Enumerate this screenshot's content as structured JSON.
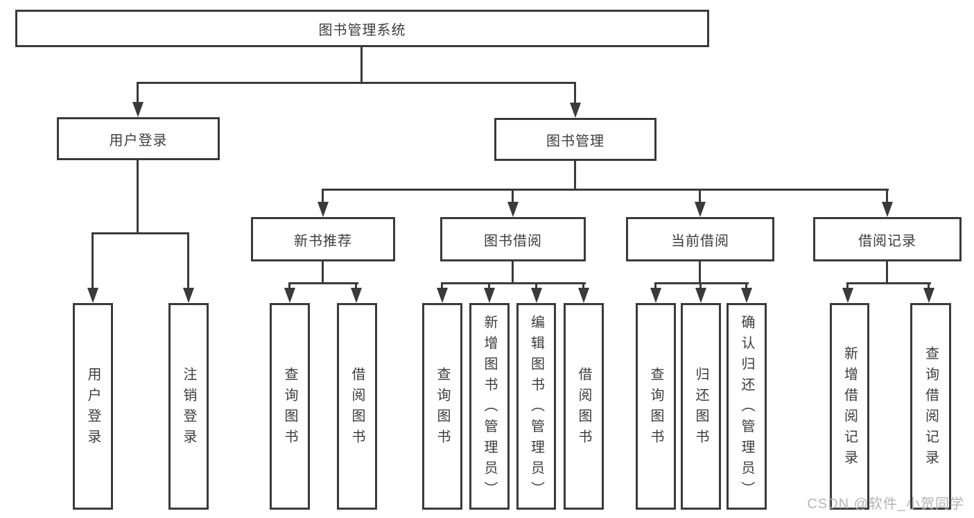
{
  "tree": {
    "root": {
      "label": "图书管理系统",
      "children": [
        {
          "label": "用户登录",
          "children": [
            {
              "label": "用户登录"
            },
            {
              "label": "注销登录"
            }
          ]
        },
        {
          "label": "图书管理",
          "children": [
            {
              "label": "新书推荐",
              "children": [
                {
                  "label": "查询图书"
                },
                {
                  "label": "借阅图书"
                }
              ]
            },
            {
              "label": "图书借阅",
              "children": [
                {
                  "label": "查询图书"
                },
                {
                  "label": "新增图书（管理员）"
                },
                {
                  "label": "编辑图书（管理员）"
                },
                {
                  "label": "借阅图书"
                }
              ]
            },
            {
              "label": "当前借阅",
              "children": [
                {
                  "label": "查询图书"
                },
                {
                  "label": "归还图书"
                },
                {
                  "label": "确认归还（管理员）"
                }
              ]
            },
            {
              "label": "借阅记录",
              "children": [
                {
                  "label": "新增借阅记录"
                },
                {
                  "label": "查询借阅记录"
                }
              ]
            }
          ]
        }
      ]
    }
  },
  "watermark": {
    "text": "CSDN @软件_小贺同学"
  },
  "colors": {
    "line": "#3a3a3a",
    "text": "#3d3d3d",
    "background": "#ffffff",
    "watermark": "#b5b5b5"
  }
}
